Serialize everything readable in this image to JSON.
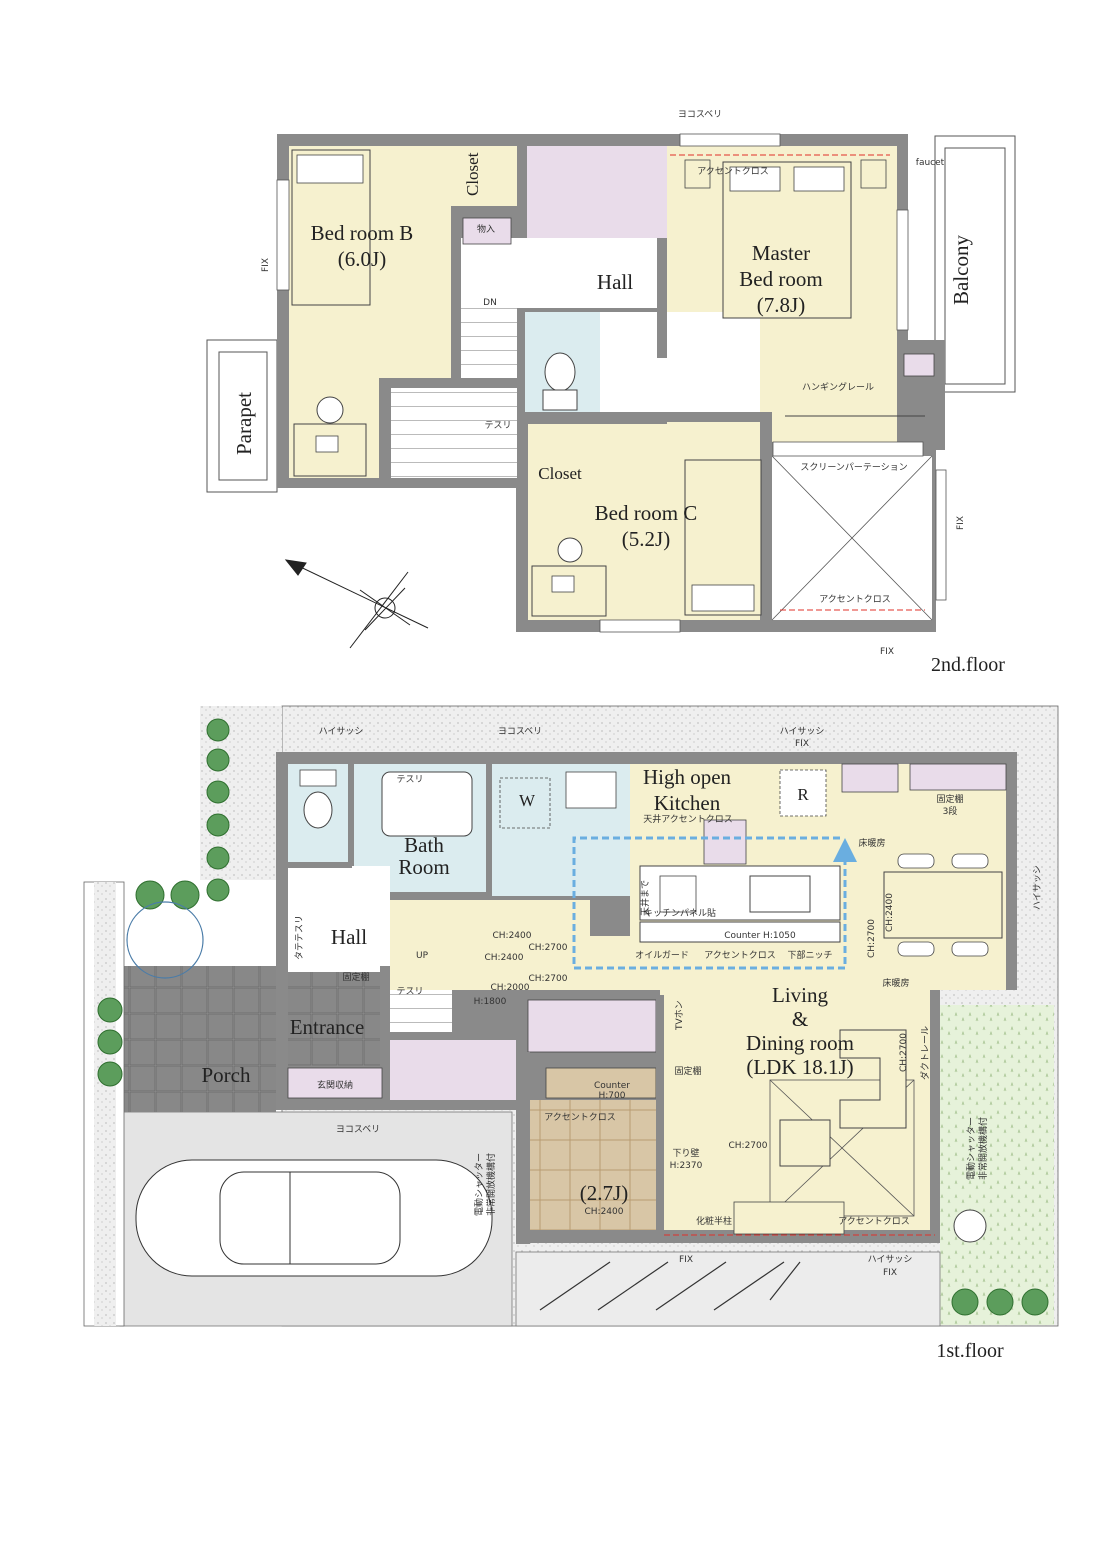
{
  "colors": {
    "wall": "#8a8a8a",
    "room_cream": "#f6f1cf",
    "closet_lavender": "#e8dcea",
    "bath_blue": "#dbecef",
    "tatami": "#d8c4a4",
    "porch_gray": "#8c8c8c",
    "garage_gray": "#e6e6e6",
    "yard_green": "#e7f3dc",
    "gravel": "#eeeeee",
    "circulation_arrow": "#6aaee0",
    "accent_line": "#e0302a"
  },
  "second_floor": {
    "floor_label": "2nd.floor",
    "rooms": {
      "bedroom_b_name": "Bed room B",
      "bedroom_b_size": "(6.0J)",
      "closet_b": "Closet",
      "storage": "物入",
      "hall": "Hall",
      "master_name1": "Master",
      "master_name2": "Bed room",
      "master_size": "(7.8J)",
      "balcony": "Balcony",
      "parapet": "Parapet",
      "bedroom_c_name": "Bed room C",
      "bedroom_c_size": "(5.2J)",
      "closet_c": "Closet"
    },
    "notes": {
      "yokosuberi": "ヨコスベリ",
      "accent_cross_1": "アクセントクロス",
      "accent_cross_2": "アクセントクロス",
      "faucet": "faucet",
      "hanging_rail": "ハンギングレール",
      "screen_partition": "スクリーンパーテーション",
      "dn": "DN",
      "tesuri": "テスリ",
      "fix_left": "FIX",
      "fix_right": "FIX",
      "fix_bottom": "FIX"
    }
  },
  "first_floor": {
    "floor_label": "1st.floor",
    "rooms": {
      "kitchen1": "High open",
      "kitchen2": "Kitchen",
      "bath1": "Bath",
      "bath2": "Room",
      "hall": "Hall",
      "entrance": "Entrance",
      "porch": "Porch",
      "living1": "Living",
      "living2": "&",
      "living3": "Dining room",
      "living_size": "(LDK 18.1J)",
      "tatami_size": "(2.7J)",
      "w": "W",
      "r": "R"
    },
    "notes": {
      "haisasshi_1": "ハイサッシ",
      "yokosuberi_top": "ヨコスベリ",
      "haisasshi_2": "ハイサッシ",
      "fix_top": "FIX",
      "tenjo_accent": "天井アクセントクロス",
      "kotei_dana_3": "固定棚",
      "dan3": "3段",
      "yuka_danbo_1": "床暖房",
      "yuka_danbo_2": "床暖房",
      "haisasshi_right": "ハイサッシ",
      "tesuri_bath": "テスリ",
      "tatetesuri": "タテテスリ",
      "kotei_dana_entry": "固定棚",
      "up": "UP",
      "tesuri_stair": "テスリ",
      "h1800": "H:1800",
      "genkan_shuno": "玄関収納",
      "yokosuberi_bottom": "ヨコスベリ",
      "ch2400a": "CH:2400",
      "ch2700a": "CH:2700",
      "ch2400b": "CH:2400",
      "ch2700b": "CH:2700",
      "ch2000": "CH:2000",
      "counter_h1050": "Counter H:1050",
      "oil_guard": "オイルガード",
      "accent_cross_k": "アクセントクロス",
      "kabu_niche": "下部ニッチ",
      "kitchen_panel": "キッチンパネル貼",
      "tenjo_made": "天井まで",
      "ch2700_k": "CH:2700",
      "ch2400_d": "CH:2400",
      "tv_hon": "TVホン",
      "kotei_dana_w": "固定棚",
      "counter": "Counter",
      "h700": "H:700",
      "accent_cross_t": "アクセントクロス",
      "ch2400_t": "CH:2400",
      "sagari_kabe": "下り壁",
      "h2370": "H:2370",
      "kesho_hashira": "化粧半柱",
      "ch2700_l": "CH:2700",
      "accent_cross_l": "アクセントクロス",
      "duct_rail": "ダクトレール",
      "ch2700_r": "CH:2700",
      "denndo_shutter_left_1": "電動シャッター",
      "denndo_shutter_left_2": "非常開放機構付",
      "denndo_shutter_right_1": "電動シャッター",
      "denndo_shutter_right_2": "非常開放機構付",
      "fix_bottom": "FIX",
      "haisasshi_bottom": "ハイサッシ",
      "fix_bottom2": "FIX"
    }
  }
}
